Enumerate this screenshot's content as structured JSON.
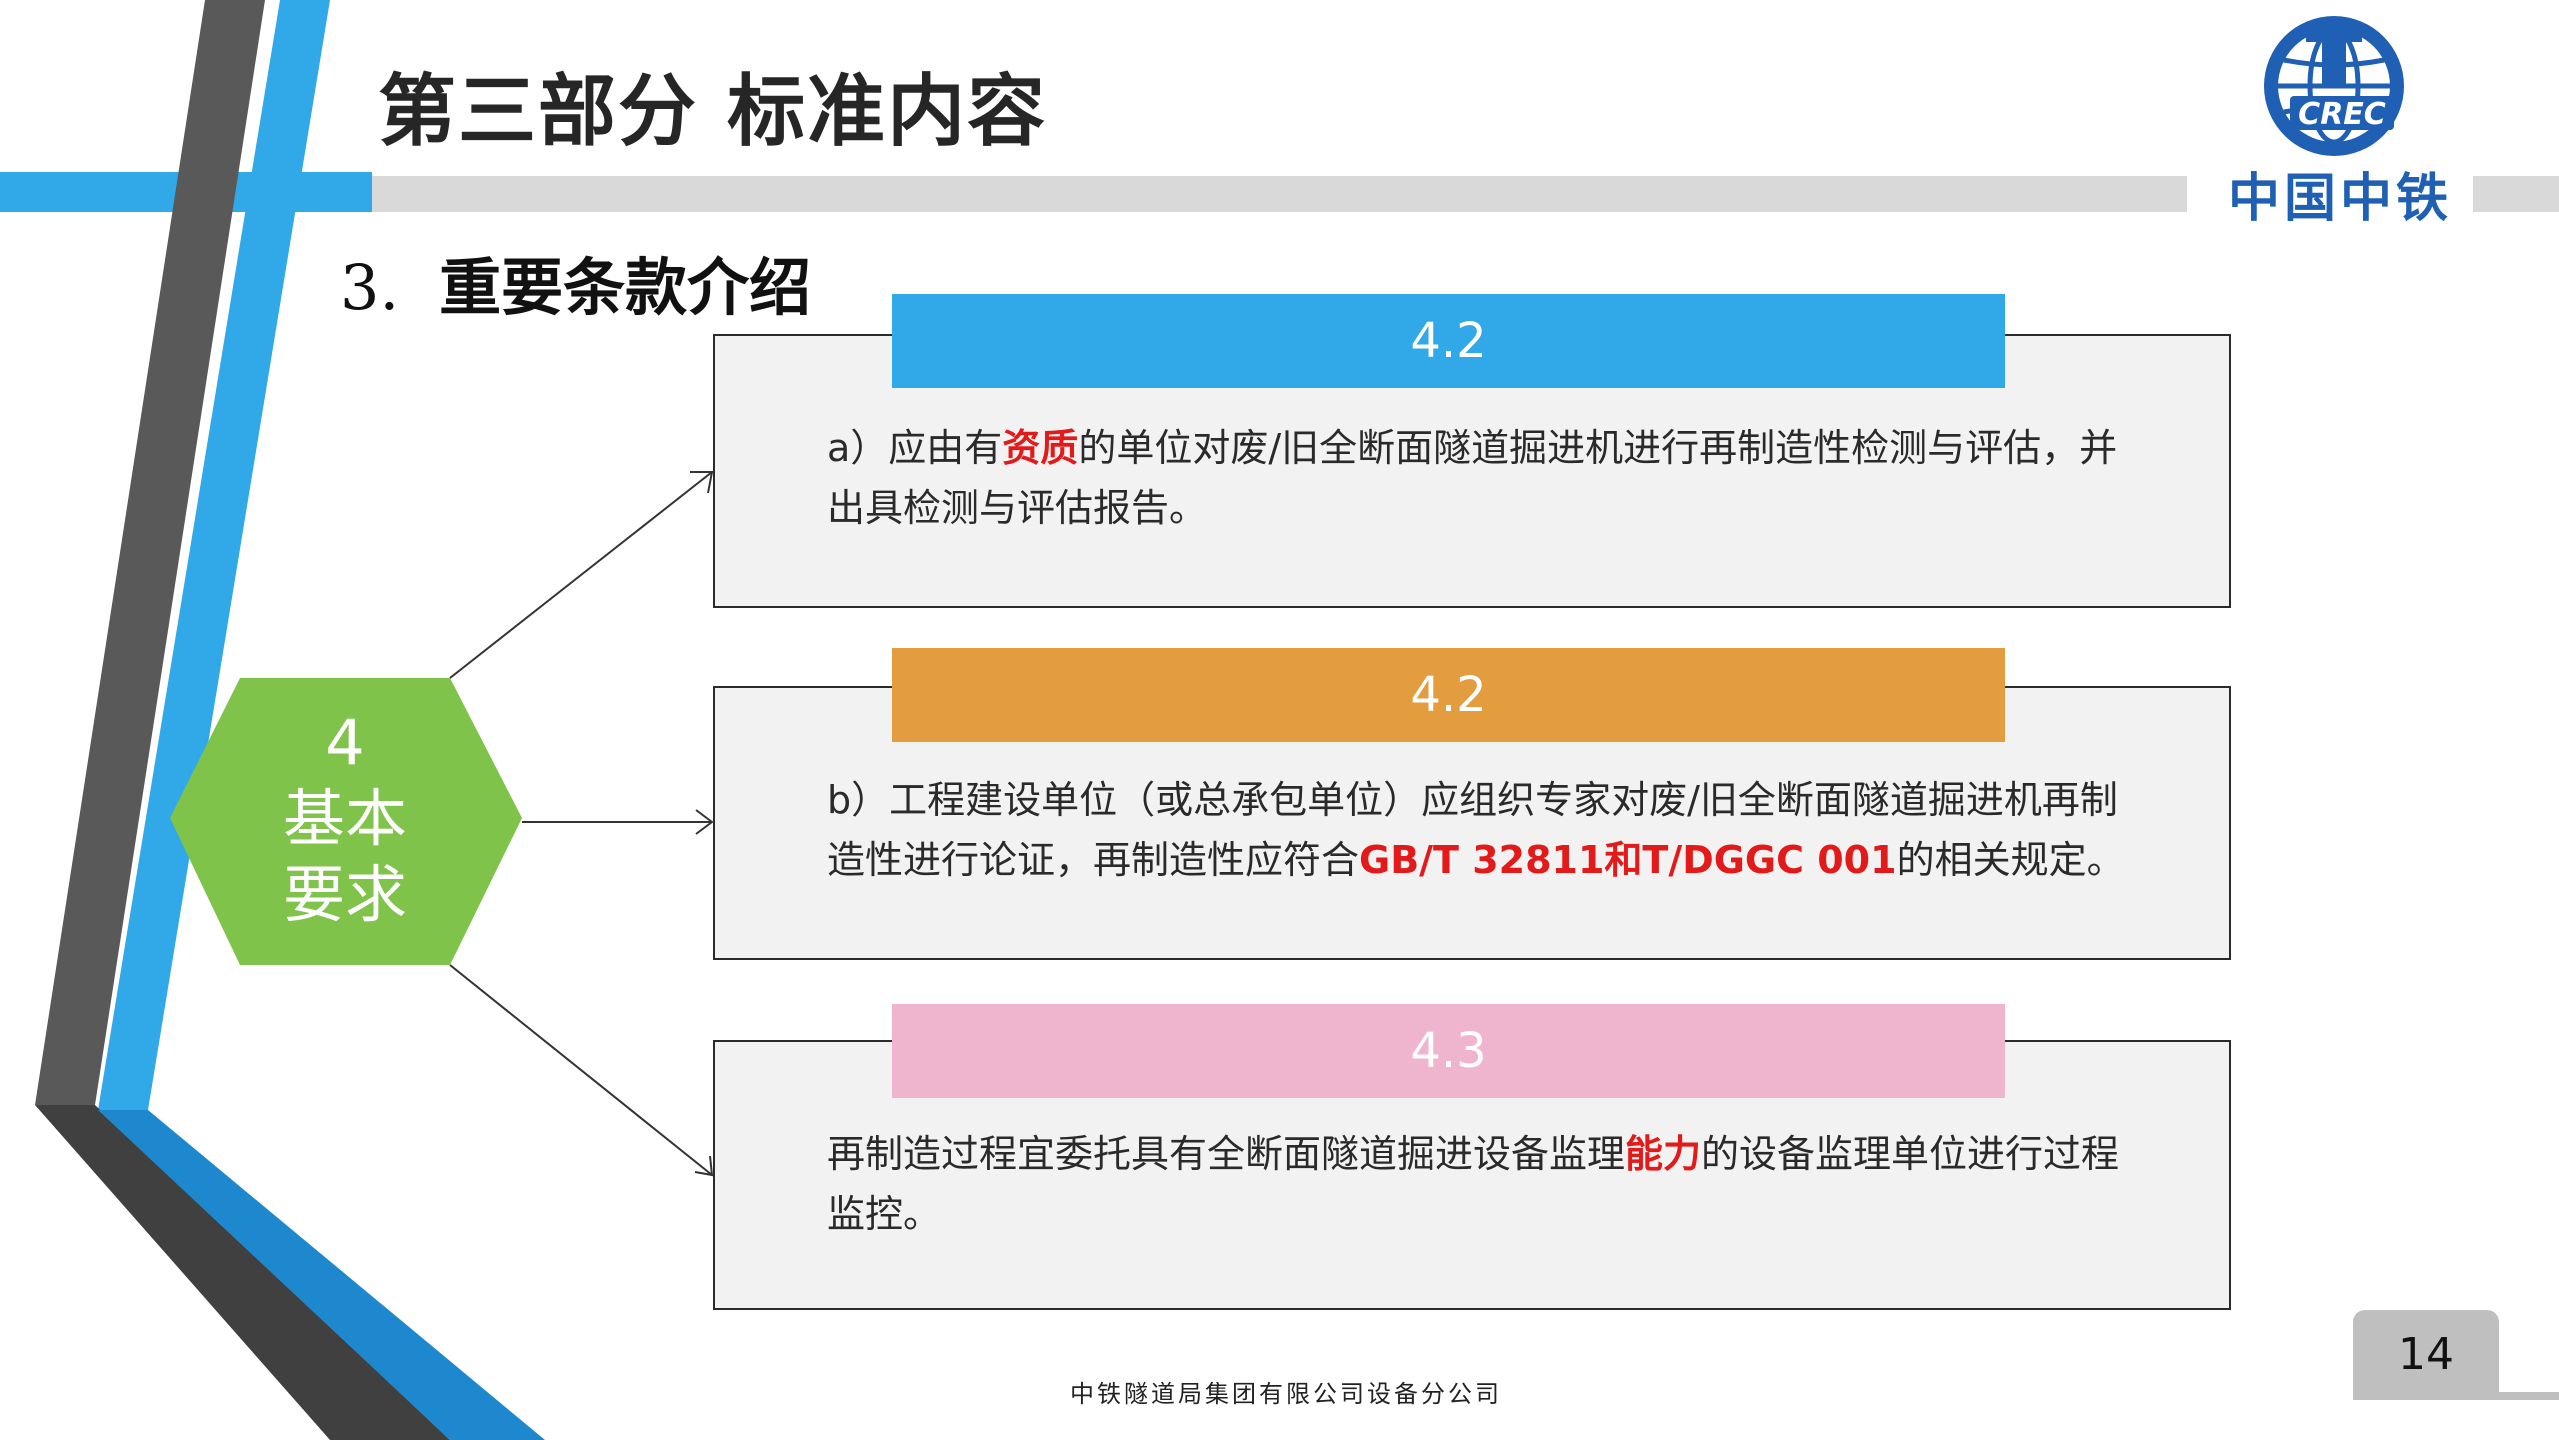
{
  "slide": {
    "title": "第三部分  标准内容",
    "subtitle_num": "3.",
    "subtitle_text": "重要条款介绍",
    "hex": {
      "line1": "4",
      "line2": "基本",
      "line3": "要求"
    },
    "cards": [
      {
        "band": "4.2",
        "band_color": "#31a8e8",
        "text_pre": "a）应由有",
        "text_hl": "资质",
        "text_post": "的单位对废/旧全断面隧道掘进机进行再制造性检测与评估，并出具检测与评估报告。"
      },
      {
        "band": "4.2",
        "band_color": "#e39d3f",
        "text_pre": "b）工程建设单位（或总承包单位）应组织专家对废/旧全断面隧道掘进机再制造性进行论证，再制造性应符合",
        "text_hl": "GB/T 32811和T/DGGC 001",
        "text_post": "的相关规定。"
      },
      {
        "band": "4.3",
        "band_color": "#efb5cf",
        "text_pre": "再制造过程宜委托具有全断面隧道掘进设备监理",
        "text_hl": "能力",
        "text_post": "的设备监理单位进行过程监控。"
      }
    ],
    "logo_text": "中国中铁",
    "logo_mark": "CREC",
    "page_number": "14",
    "footer": "中铁隧道局集团有限公司设备分公司"
  }
}
